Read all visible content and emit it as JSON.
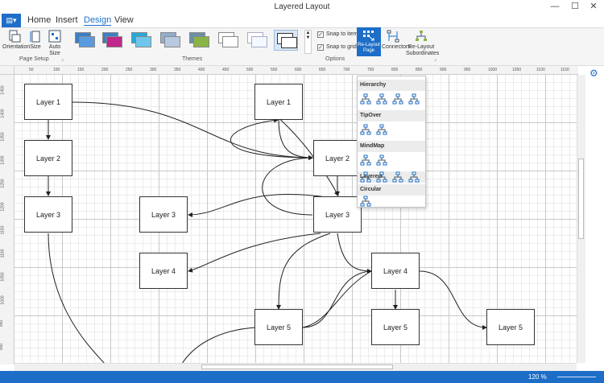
{
  "window": {
    "title": "Layered Layout",
    "minimize": "—",
    "maximize": "☐",
    "close": "✕"
  },
  "tabs": [
    {
      "label": "Home"
    },
    {
      "label": "Insert"
    },
    {
      "label": "Design"
    },
    {
      "label": "View"
    }
  ],
  "ribbon": {
    "page_setup": {
      "orientation": "Orientation",
      "size": "Size",
      "auto_size": "Auto Size",
      "group_label": "Page Setup"
    },
    "themes": {
      "group_label": "Themes"
    },
    "options": {
      "snap_items": "Snap to items",
      "snap_grid": "Snap to grid",
      "snap_items_checked": true,
      "snap_grid_checked": true,
      "group_label": "Options"
    },
    "relayout": {
      "label1": "Re-Layout",
      "label2": "Page"
    },
    "connectors": {
      "label": "Connectors"
    },
    "relayout_sub": {
      "label1": "Re-Layout",
      "label2": "Subordinates"
    }
  },
  "hruler": [
    "50",
    "100",
    "150",
    "200",
    "250",
    "300",
    "350",
    "400",
    "450",
    "500",
    "550",
    "600",
    "650",
    "700",
    "750",
    "800",
    "850",
    "900",
    "950",
    "1000",
    "1050",
    "1100",
    "1150"
  ],
  "vruler": [
    "1450",
    "1400",
    "1350",
    "1300",
    "1250",
    "1200",
    "1150",
    "1100",
    "1050",
    "1000",
    "950",
    "900"
  ],
  "nodes": {
    "a": "Layer 1",
    "b": "Layer 2",
    "c": "Layer 3",
    "d": "Layer 1",
    "e": "Layer 2",
    "f": "Layer 3",
    "g": "Layer 3",
    "h": "Layer 4",
    "i": "Layer 4",
    "j": "Layer 5",
    "k": "Layer 5",
    "l": "Layer 5"
  },
  "dropdown": {
    "sections": [
      "Hierarchy",
      "TipOver",
      "MindMap",
      "Layered",
      "Circular"
    ]
  },
  "status": {
    "zoom": "120 %"
  },
  "accent": "#1e6ec8"
}
